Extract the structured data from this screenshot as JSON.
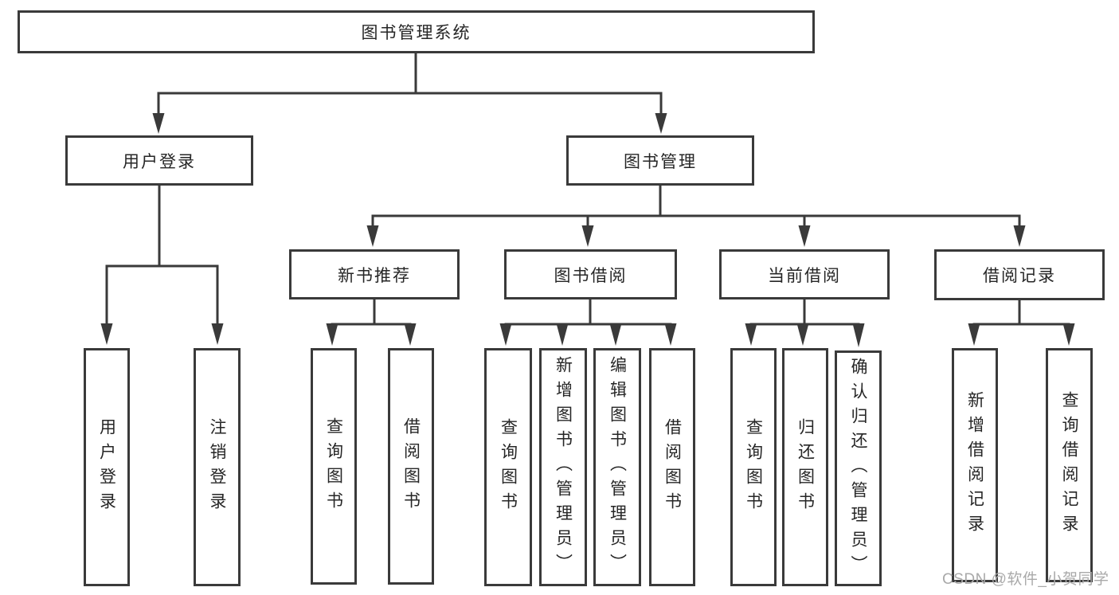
{
  "diagram": {
    "root": {
      "label": "图书管理系统"
    },
    "level2": [
      {
        "label": "用户登录"
      },
      {
        "label": "图书管理"
      }
    ],
    "level3": [
      {
        "label": "新书推荐"
      },
      {
        "label": "图书借阅"
      },
      {
        "label": "当前借阅"
      },
      {
        "label": "借阅记录"
      }
    ],
    "leaves": {
      "user_login": [
        "用户登录",
        "注销登录"
      ],
      "recommend": [
        "查询图书",
        "借阅图书"
      ],
      "borrow": [
        "查询图书",
        "新增图书（管理员）",
        "编辑图书（管理员）",
        "借阅图书"
      ],
      "current": [
        "查询图书",
        "归还图书",
        "确认归还（管理员）"
      ],
      "records": [
        "新增借阅记录",
        "查询借阅记录"
      ]
    }
  },
  "watermark": "CSDN @软件_小贺同学",
  "colors": {
    "line": "#3a3a3a",
    "text": "#262626",
    "watermark": "#a9a9a9",
    "background": "#ffffff"
  }
}
